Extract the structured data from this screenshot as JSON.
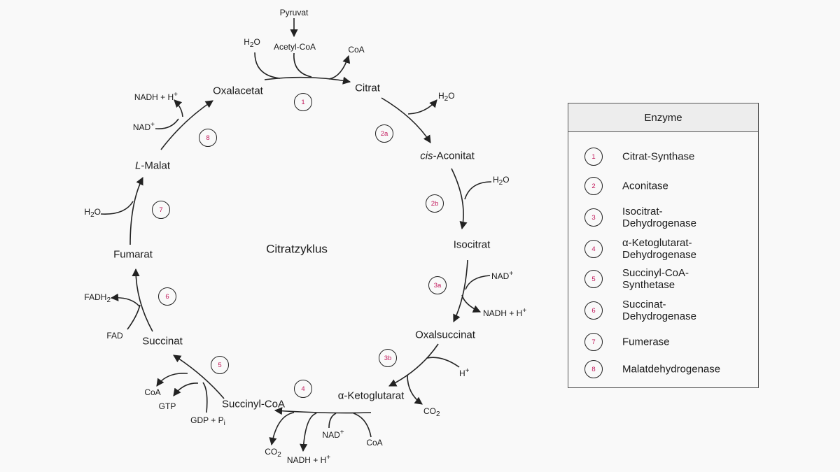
{
  "diagram": {
    "center_title": "Citratzyklus",
    "metabolites": {
      "citrat": "Citrat",
      "cis_prefix": "cis",
      "aconitat_suffix": "-Aconitat",
      "isocitrat": "Isocitrat",
      "oxalsuccinat": "Oxalsuccinat",
      "ketoglutarat": "α-Ketoglutarat",
      "succinyl_coa": "Succinyl-CoA",
      "succinat": "Succinat",
      "fumarat": "Fumarat",
      "malat_prefix": "L",
      "malat_suffix": "-Malat",
      "oxalacetat": "Oxalacetat"
    },
    "cofactors": {
      "pyruvat": "Pyruvat",
      "acetyl_coa": "Acetyl-CoA",
      "coa": "CoA",
      "h2o_h": "H",
      "h2o_sub": "2",
      "h2o_o": "O",
      "nad_base": "NAD",
      "nad_sup": "+",
      "nadh_base": "NADH + H",
      "h_base": "H",
      "co2_base": "CO",
      "co2_sub": "2",
      "gtp": "GTP",
      "gdp_base": "GDP + P",
      "gdp_sub": "i",
      "fad": "FAD",
      "fadh2_base": "FADH",
      "fadh2_sub": "2"
    },
    "step_labels": [
      "1",
      "2a",
      "2b",
      "3a",
      "3b",
      "4",
      "5",
      "6",
      "7",
      "8"
    ]
  },
  "legend": {
    "title": "Enzyme",
    "items": [
      {
        "num": "1",
        "name": "Citrat-Synthase"
      },
      {
        "num": "2",
        "name": "Aconitase"
      },
      {
        "num": "3",
        "name": "Isocitrat-\nDehydrogenase"
      },
      {
        "num": "4",
        "name": "α-Ketoglutarat-\nDehydrogenase"
      },
      {
        "num": "5",
        "name": "Succinyl-CoA-\nSynthetase"
      },
      {
        "num": "6",
        "name": "Succinat-\nDehydrogenase"
      },
      {
        "num": "7",
        "name": "Fumerase"
      },
      {
        "num": "8",
        "name": "Malatdehydrogenase"
      }
    ]
  },
  "colors": {
    "text": "#1a1a1a",
    "step_number": "#c2185b",
    "line": "#222222",
    "background": "#f9f9f9"
  }
}
